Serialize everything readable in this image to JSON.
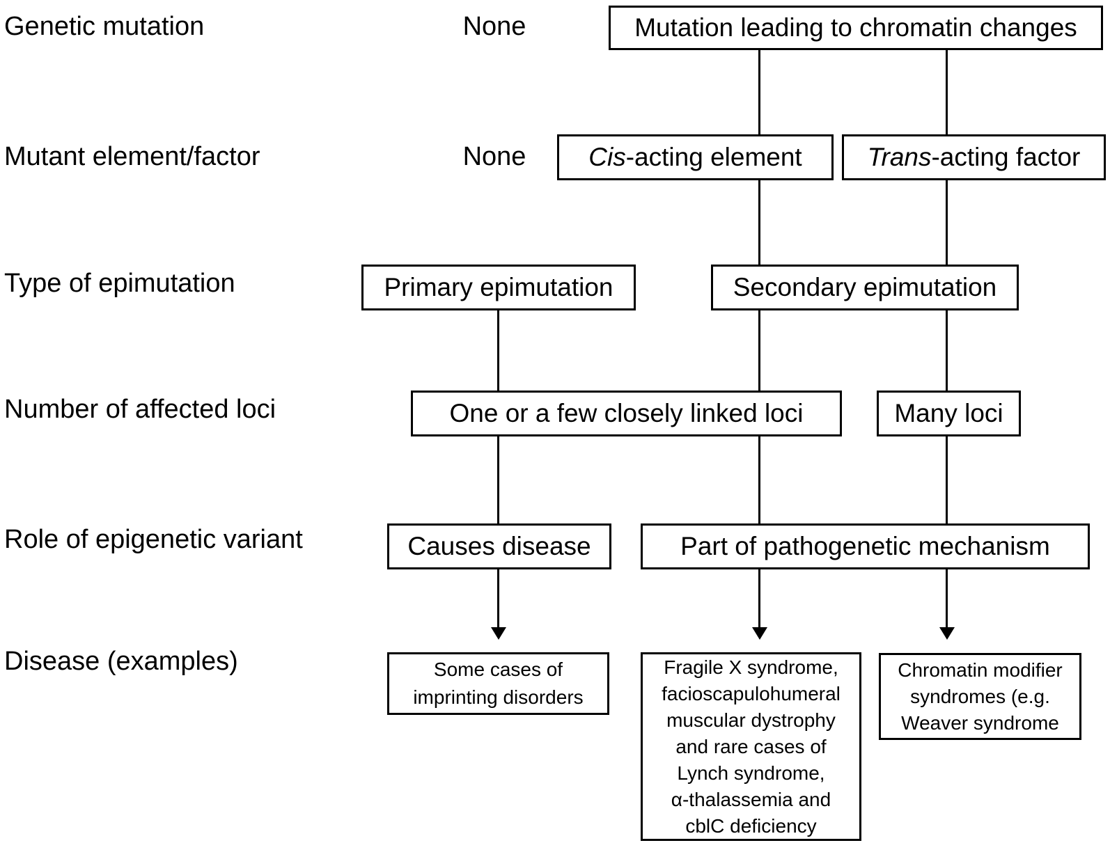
{
  "figure": {
    "row_labels": [
      "Genetic mutation",
      "Mutant element/factor",
      "Type of epimutation",
      "Number of affected loci",
      "Role of epigenetic variant",
      "Disease (examples)"
    ],
    "none_values": [
      "None",
      "None"
    ],
    "boxes": {
      "mutation_chromatin": "Mutation leading to chromatin changes",
      "cis_italic": "Cis",
      "cis_rest": "-acting element",
      "trans_italic": "Trans",
      "trans_rest": "-acting factor",
      "primary": "Primary epimutation",
      "secondary": "Secondary epimutation",
      "one_or_few_loci": "One or a few closely linked loci",
      "many_loci": "Many loci",
      "causes_disease": "Causes disease",
      "part_of_mechanism": "Part of pathogenetic mechanism",
      "disease_primary": "Some cases of\nimprinting disorders",
      "disease_secondary_cis": "Fragile X syndrome,\nfacioscapulohumeral\nmuscular dystrophy\nand rare cases of\nLynch syndrome,\nα-thalassemia and\ncblC deficiency",
      "disease_secondary_trans": "Chromatin modifier\nsyndromes (e.g.\nWeaver syndrome"
    },
    "colors": {
      "text": "#000000",
      "line": "#000000",
      "box_border": "#000000",
      "box_fill": "#ffffff",
      "background": "#ffffff"
    }
  }
}
